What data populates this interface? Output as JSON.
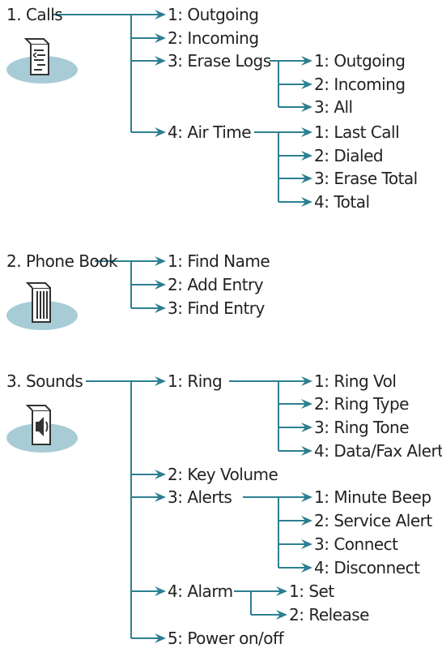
{
  "colors": {
    "line": "#2c7f91",
    "ellipse": "#a8ccd6",
    "icon": "#333333"
  },
  "sections": [
    {
      "title": "1. Calls",
      "icon": "calls-list-icon",
      "items": [
        {
          "label": "1: Outgoing"
        },
        {
          "label": "2: Incoming"
        },
        {
          "label": "3: Erase Logs",
          "sub": [
            "1: Outgoing",
            "2: Incoming",
            "3: All"
          ]
        },
        {
          "label": "4: Air Time",
          "sub": [
            "1: Last Call",
            "2: Dialed",
            "3: Erase Total",
            "4: Total"
          ]
        }
      ]
    },
    {
      "title": "2. Phone Book",
      "icon": "phone-book-icon",
      "items": [
        {
          "label": "1: Find Name"
        },
        {
          "label": "2: Add Entry"
        },
        {
          "label": "3: Find Entry"
        }
      ]
    },
    {
      "title": "3. Sounds",
      "icon": "speaker-sound-icon",
      "items": [
        {
          "label": "1: Ring",
          "sub": [
            "1: Ring Vol",
            "2: Ring Type",
            "3: Ring Tone",
            "4: Data/Fax Alert"
          ]
        },
        {
          "label": "2: Key Volume"
        },
        {
          "label": "3: Alerts",
          "sub": [
            "1: Minute Beep",
            "2: Service Alert",
            "3: Connect",
            "4: Disconnect"
          ]
        },
        {
          "label": "4: Alarm",
          "sub": [
            "1: Set",
            "2: Release"
          ]
        },
        {
          "label": "5: Power on/off"
        }
      ]
    }
  ]
}
